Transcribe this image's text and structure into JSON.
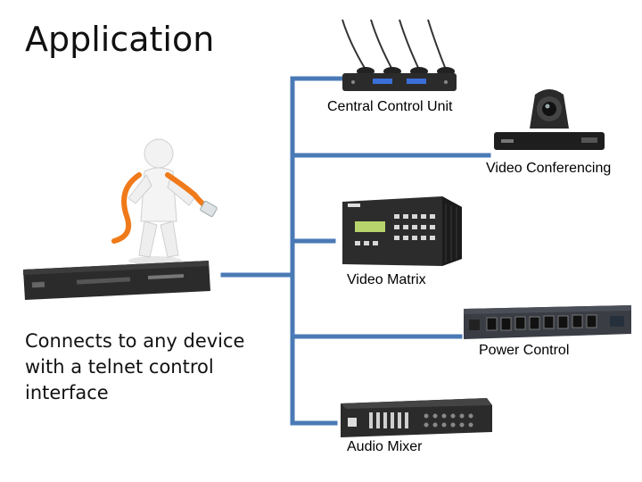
{
  "title": "Application",
  "description": "Connects to any device with a telnet control interface",
  "devices": [
    {
      "label": "Central Control Unit",
      "icon": "microphone-unit-icon"
    },
    {
      "label": "Video Conferencing",
      "icon": "conference-camera-icon"
    },
    {
      "label": "Video Matrix",
      "icon": "video-matrix-icon"
    },
    {
      "label": "Power Control",
      "icon": "power-strip-icon"
    },
    {
      "label": "Audio Mixer",
      "icon": "audio-mixer-icon"
    }
  ],
  "controller_icon": "rack-controller-icon",
  "person_icon": "person-holding-cable-icon",
  "colors": {
    "bus": "#4a7ab5",
    "cable": "#f07a1a"
  }
}
